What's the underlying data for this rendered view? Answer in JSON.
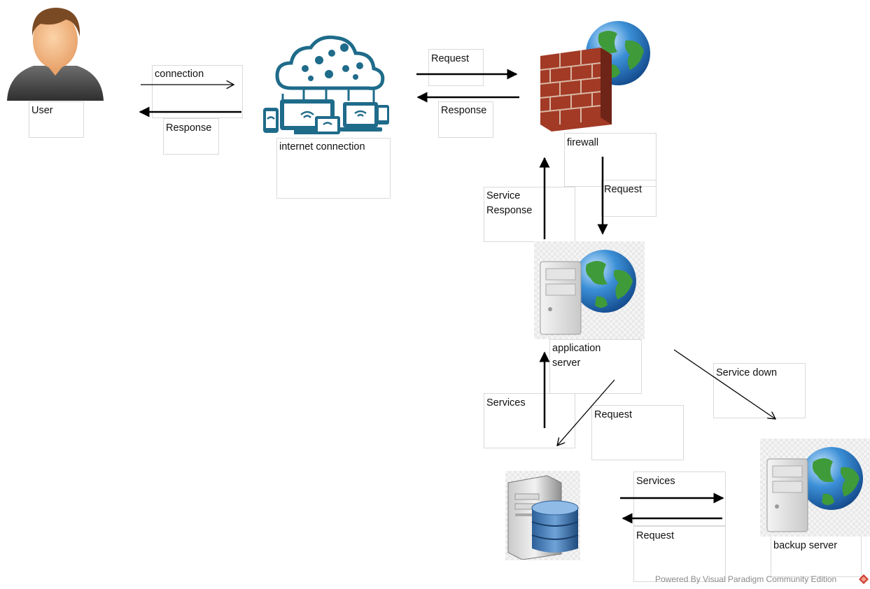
{
  "nodes": {
    "user": "User",
    "internet": "internet connection",
    "firewall": "firewall",
    "app_server": "application\nserver",
    "backup_server": "backup server"
  },
  "edges": {
    "connection": "connection",
    "response_user": "Response",
    "request_fw": "Request",
    "response_fw": "Response",
    "request_down": "Request",
    "service_response": "Service\nResponse",
    "services_up": "Services",
    "request_db": "Request",
    "service_down": "Service down",
    "services_backup": "Services",
    "request_backup": "Request"
  },
  "icons": {
    "user": "user-icon",
    "internet": "cloud-devices-icon",
    "firewall": "firewall-globe-icon",
    "app_server": "web-server-icon",
    "database": "database-server-icon",
    "backup_server": "backup-server-icon"
  },
  "footer": "Powered By  Visual Paradigm Community Edition"
}
